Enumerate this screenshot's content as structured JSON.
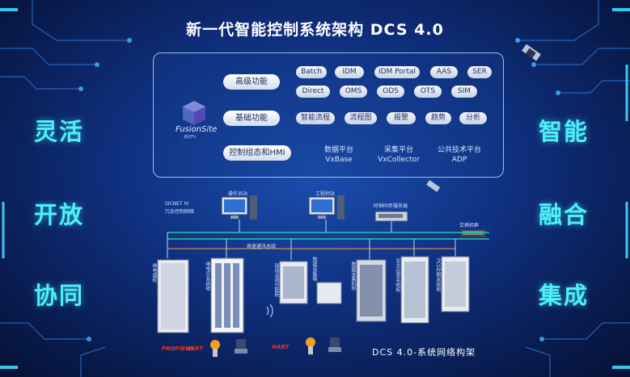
{
  "title": "新一代智能控制系统架构 DCS 4.0",
  "left_words": [
    "灵活",
    "开放",
    "协同"
  ],
  "right_words": [
    "智能",
    "融合",
    "集成"
  ],
  "logo": {
    "name": "FusionSite",
    "sub": "融控Fu"
  },
  "architecture": {
    "rows": [
      {
        "label": "高级功能",
        "items": [
          "Batch",
          "IDM",
          "IDM Portal",
          "AAS",
          "SER",
          "Direct",
          "OMS",
          "ODS",
          "OTS",
          "SIM"
        ]
      },
      {
        "label": "基础功能",
        "items": [
          "智能流程",
          "流程图",
          "报警",
          "趋势",
          "分析"
        ]
      },
      {
        "label": "控制组态和HMI",
        "platforms": [
          {
            "line1": "数据平台",
            "line2": "VxBase"
          },
          {
            "line1": "采集平台",
            "line2": "VxCollector"
          },
          {
            "line1": "公共技术平台",
            "line2": "ADP"
          }
        ]
      }
    ]
  },
  "network": {
    "caption": "DCS 4.0-系统网络构架",
    "sicnet_line1": "SICNET IV",
    "sicnet_line2": "冗余控制网络",
    "operator_station": "操作员站",
    "engineer_station": "工程师站",
    "time_sync": "时钟同步服务器",
    "switch": "交换机群",
    "bus": "高速通讯总线",
    "cabinets": [
      "继电器柜",
      "继电IO系统柜",
      "现场总线分配柜",
      "数据采集箱",
      "数据采集机柜",
      "安全仪表系统柜",
      "PCS控制系统柜"
    ],
    "brands": [
      "PROFIBUS",
      "HART",
      "HART"
    ]
  },
  "colors": {
    "accent_cyan": "#4cf0f6",
    "background": "#0f2f7e",
    "chip": "#e8edf7"
  }
}
